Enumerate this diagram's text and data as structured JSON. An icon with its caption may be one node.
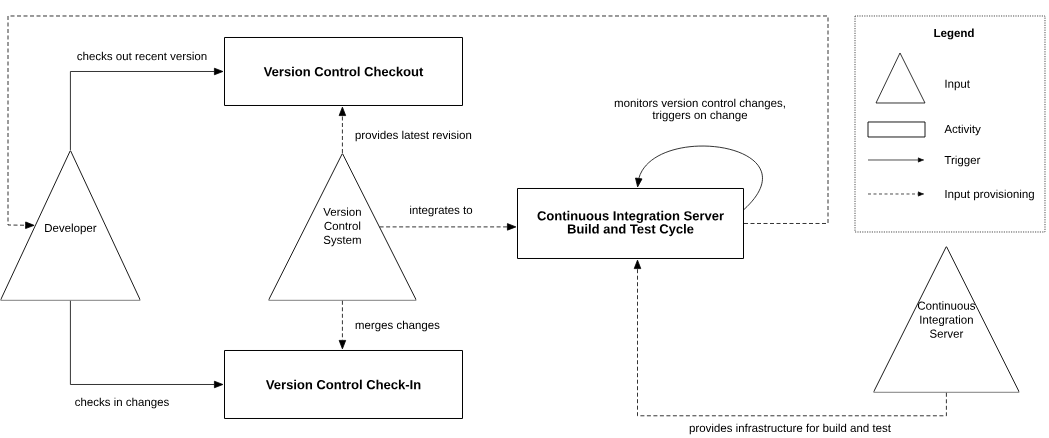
{
  "diagram": {
    "nodes": [
      {
        "text": [
          "Developer"
        ]
      },
      {
        "text": [
          "Version Control Checkout"
        ]
      },
      {
        "text": [
          "Version Control System"
        ]
      },
      {
        "text": [
          "Version Control Check-In"
        ]
      },
      {
        "text": [
          "Continuous Integration Server Build and Test Cycle"
        ]
      },
      {
        "text": [
          "Continuous Integration Server"
        ]
      }
    ],
    "edges": [
      {
        "from": 0,
        "to": 1,
        "arrow": "to",
        "label": "checks out recent version"
      },
      {
        "from": 0,
        "to": 3,
        "arrow": "to",
        "label": "checks in changes"
      },
      {
        "from": 2,
        "to": 1,
        "arrow": "to",
        "style": "dashed",
        "label": "provides latest revision"
      },
      {
        "from": 2,
        "to": 3,
        "arrow": "to",
        "style": "dashed",
        "label": "merges changes"
      },
      {
        "from": 2,
        "to": 4,
        "arrow": "to",
        "style": "dashed",
        "label": "integrates to"
      },
      {
        "from": 4,
        "to": 4,
        "arrow": "to",
        "label": "monitors version control changes, triggers on change"
      },
      {
        "from": 5,
        "to": 4,
        "arrow": "to",
        "style": "dashed",
        "label": "provides infrastructure for build and test"
      },
      {
        "from": 4,
        "to": 0,
        "arrow": "to",
        "style": "dashed"
      }
    ],
    "labels": [
      "Legend"
    ],
    "legend": [
      {
        "text": "Input"
      },
      {
        "text": "Activity"
      },
      {
        "text": "Trigger"
      },
      {
        "text": "Input provisioning"
      }
    ]
  }
}
